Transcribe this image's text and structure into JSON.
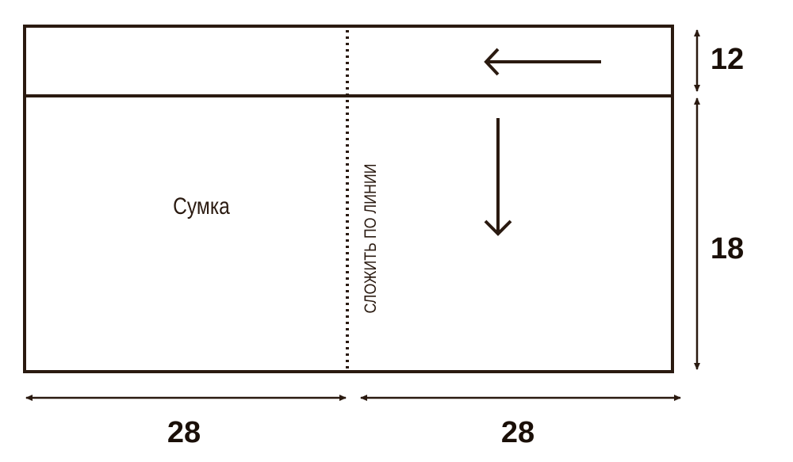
{
  "pattern": {
    "piece_label": "Сумка",
    "fold_line_text": "СЛОЖИТЬ ПО ЛИНИИ"
  },
  "dimensions": {
    "top_band_height": "12",
    "body_height": "18",
    "left_width": "28",
    "right_width": "28"
  },
  "colors": {
    "line": "#2a1a10",
    "background": "#ffffff"
  }
}
